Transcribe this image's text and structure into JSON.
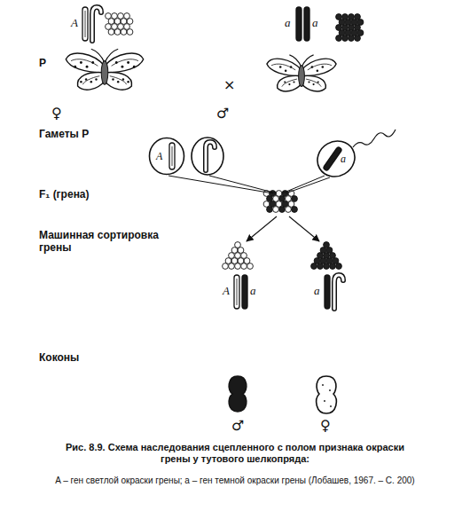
{
  "diagram": {
    "caption": "Рис. 8.9. Схема наследования сцепленного с полом признака окраски грены у тутового шелкопряда:",
    "nodes": [
      {
        "text": [
          "A"
        ]
      },
      {
        "text": [
          "a"
        ]
      }
    ],
    "labels": [
      "P",
      "A",
      "♀",
      "×",
      "a",
      "a",
      "♂",
      "Гаметы P",
      "F₁ (грена)",
      "Машинная сортировка грены",
      "A",
      "a",
      "a",
      "Коконы",
      "♂",
      "♀",
      "A – ген светлой окраски грены; a – ген темной окраски грены (Лобашев, 1967. – С. 200)"
    ]
  }
}
